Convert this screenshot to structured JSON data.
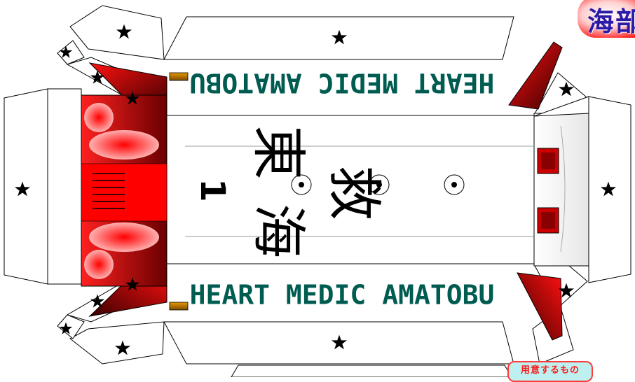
{
  "title_corner": "海部",
  "side_label": "HEART MEDIC AMATOBU",
  "roof_text": {
    "line1": "海",
    "line2": "東",
    "line3": "救",
    "number": "1"
  },
  "badge": "用意するもの",
  "colors": {
    "outline": "#000000",
    "label_text": "#005c50",
    "red_dark": "#8a0000",
    "red": "#ff0000",
    "orange_lamp": "#c07800",
    "badge_bg": "#bff0f0",
    "badge_text": "#ff1a1a",
    "title_text": "#2a1aa8"
  },
  "icons": [
    "star-icon",
    "target-icon"
  ]
}
